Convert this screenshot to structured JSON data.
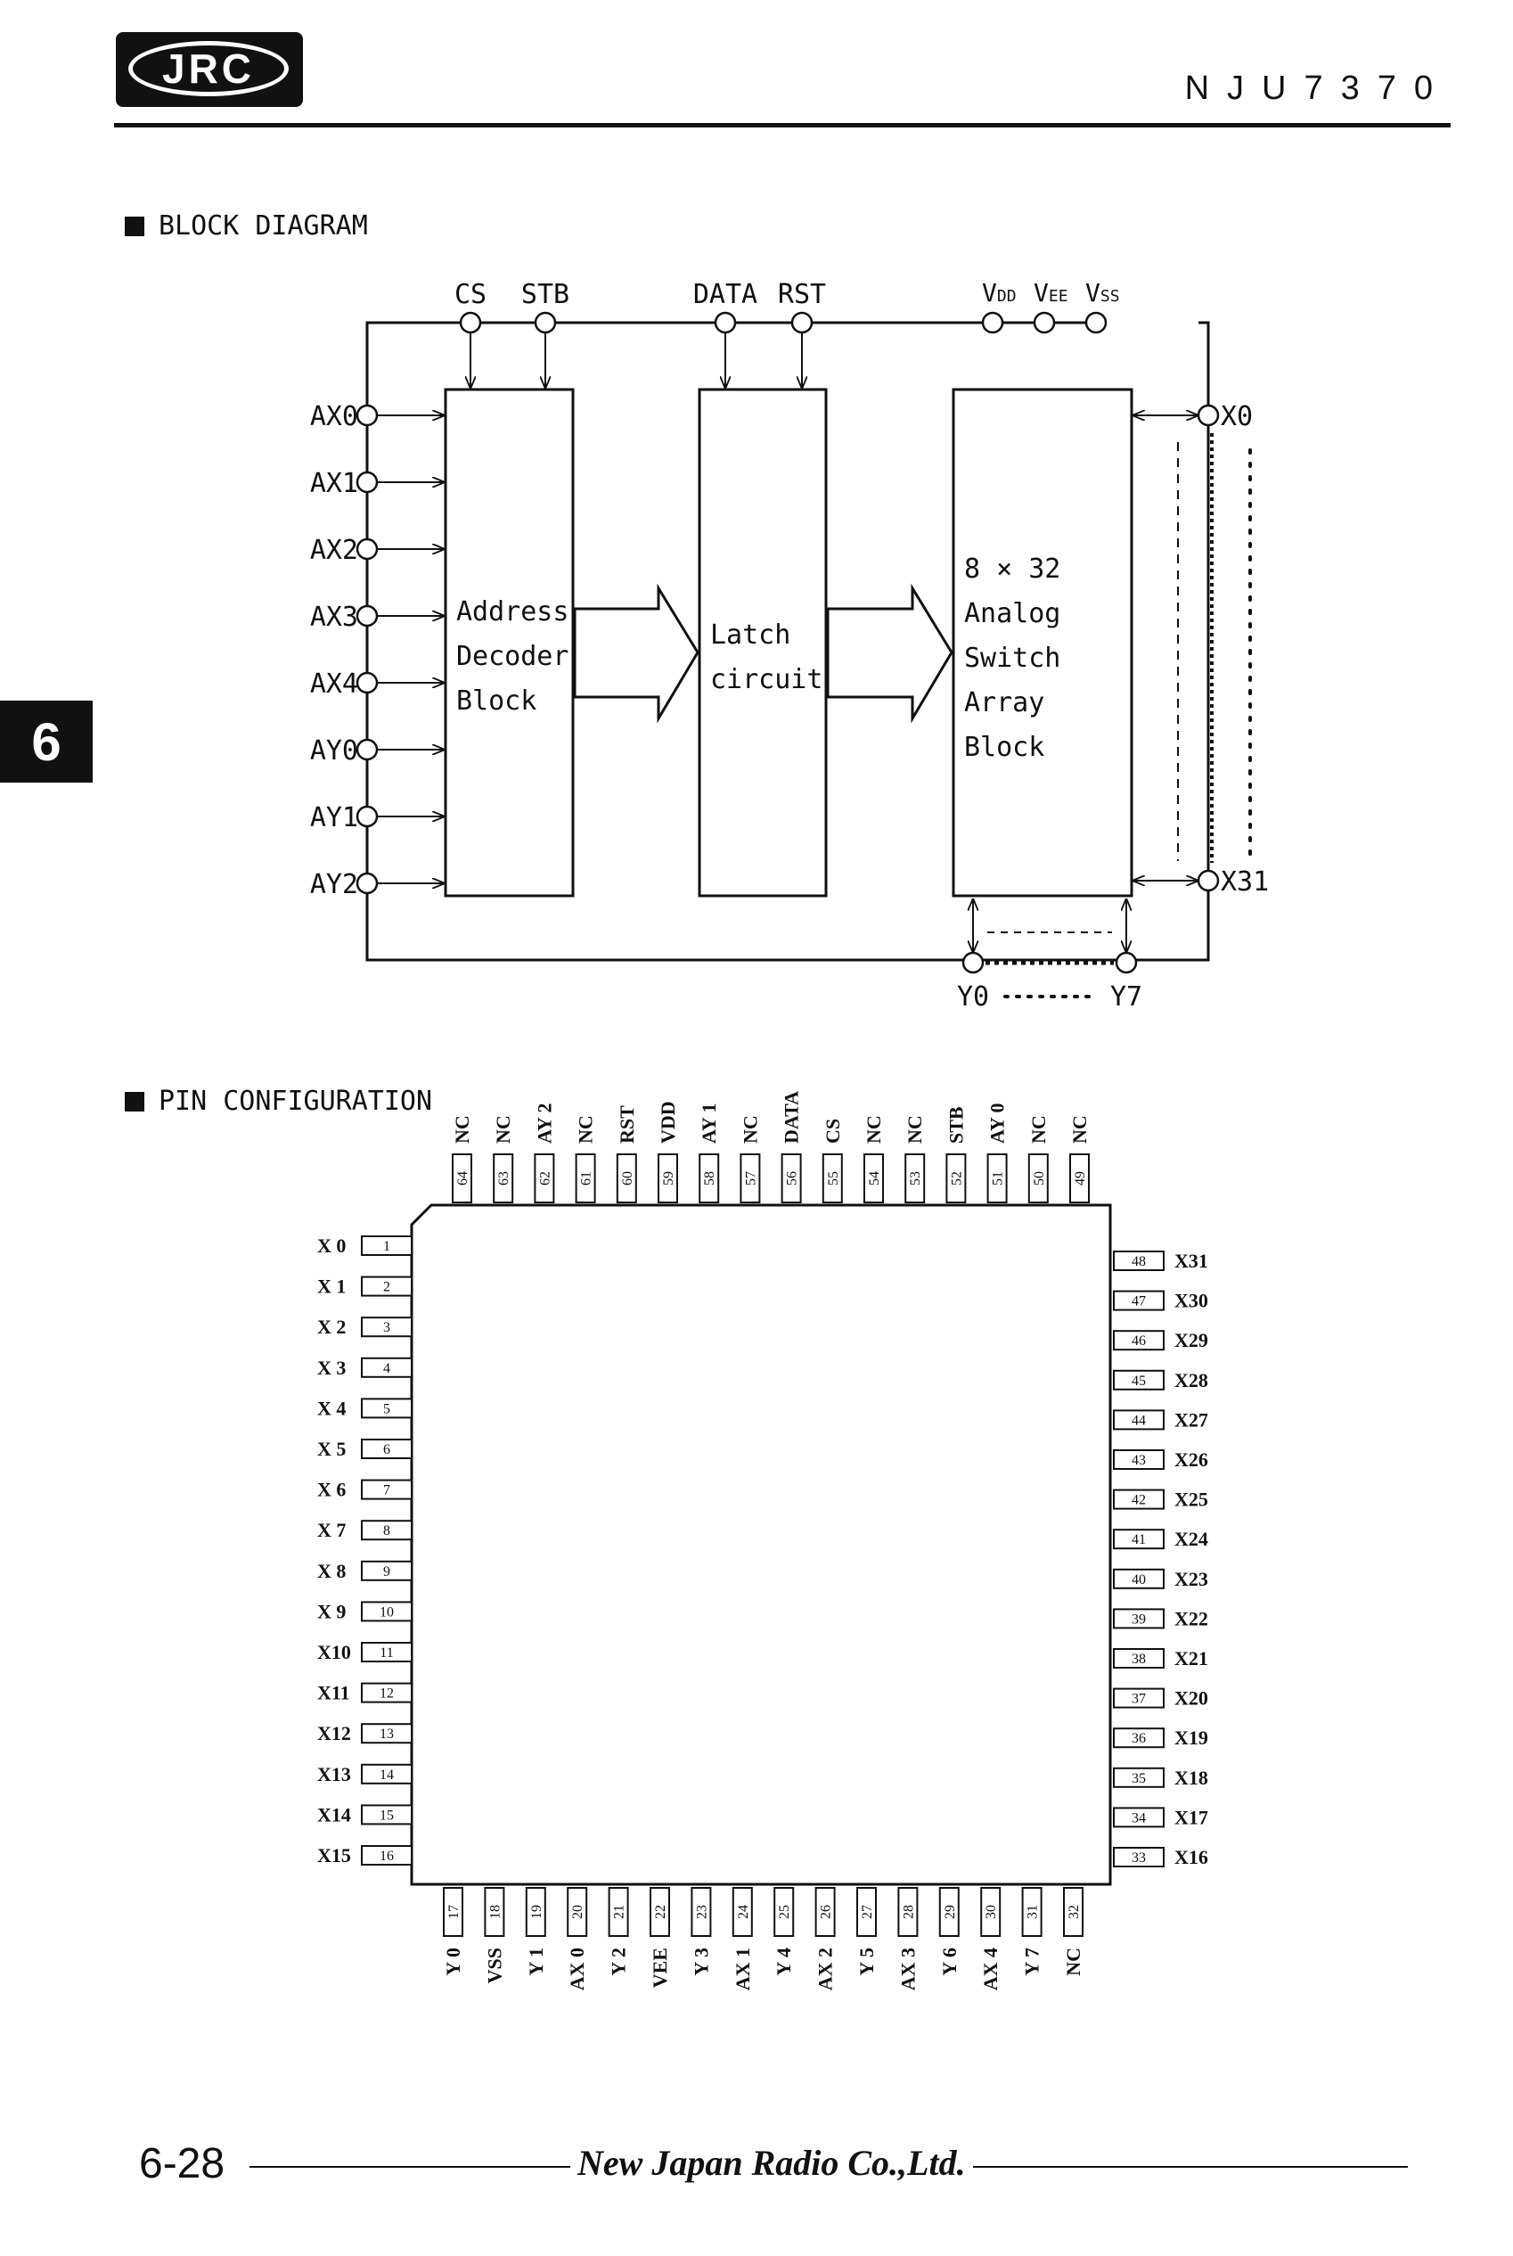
{
  "header": {
    "logo_text": "JRC",
    "part_number": "NJU7370",
    "chapter_tab": "6"
  },
  "sections": {
    "block_diagram_title": "BLOCK DIAGRAM",
    "pin_config_title": "PIN CONFIGURATION"
  },
  "block_diagram": {
    "top_pins": [
      "CS",
      "STB",
      "DATA",
      "RST"
    ],
    "supply_pins": [
      "VDD",
      "VEE",
      "VSS"
    ],
    "left_pins": [
      "AX0",
      "AX1",
      "AX2",
      "AX3",
      "AX4",
      "AY0",
      "AY1",
      "AY2"
    ],
    "address_block": [
      "Address",
      "Decoder",
      "Block"
    ],
    "latch_block": [
      "Latch",
      "circuits"
    ],
    "switch_block": [
      "8 × 32",
      "Analog",
      "Switch",
      "Array",
      "Block"
    ],
    "right_pins": [
      "X0",
      "X31"
    ],
    "bottom_pins": [
      "Y0",
      "Y7"
    ]
  },
  "pin_config": {
    "left": [
      [
        "X 0",
        "1"
      ],
      [
        "X 1",
        "2"
      ],
      [
        "X 2",
        "3"
      ],
      [
        "X 3",
        "4"
      ],
      [
        "X 4",
        "5"
      ],
      [
        "X 5",
        "6"
      ],
      [
        "X 6",
        "7"
      ],
      [
        "X 7",
        "8"
      ],
      [
        "X 8",
        "9"
      ],
      [
        "X 9",
        "10"
      ],
      [
        "X10",
        "11"
      ],
      [
        "X11",
        "12"
      ],
      [
        "X12",
        "13"
      ],
      [
        "X13",
        "14"
      ],
      [
        "X14",
        "15"
      ],
      [
        "X15",
        "16"
      ]
    ],
    "bottom": [
      [
        "Y 0",
        "17"
      ],
      [
        "VSS",
        "18"
      ],
      [
        "Y 1",
        "19"
      ],
      [
        "AX 0",
        "20"
      ],
      [
        "Y 2",
        "21"
      ],
      [
        "VEE",
        "22"
      ],
      [
        "Y 3",
        "23"
      ],
      [
        "AX 1",
        "24"
      ],
      [
        "Y 4",
        "25"
      ],
      [
        "AX 2",
        "26"
      ],
      [
        "Y 5",
        "27"
      ],
      [
        "AX 3",
        "28"
      ],
      [
        "Y 6",
        "29"
      ],
      [
        "AX 4",
        "30"
      ],
      [
        "Y 7",
        "31"
      ],
      [
        "NC",
        "32"
      ]
    ],
    "right": [
      [
        "X16",
        "33"
      ],
      [
        "X17",
        "34"
      ],
      [
        "X18",
        "35"
      ],
      [
        "X19",
        "36"
      ],
      [
        "X20",
        "37"
      ],
      [
        "X21",
        "38"
      ],
      [
        "X22",
        "39"
      ],
      [
        "X23",
        "40"
      ],
      [
        "X24",
        "41"
      ],
      [
        "X25",
        "42"
      ],
      [
        "X26",
        "43"
      ],
      [
        "X27",
        "44"
      ],
      [
        "X28",
        "45"
      ],
      [
        "X29",
        "46"
      ],
      [
        "X30",
        "47"
      ],
      [
        "X31",
        "48"
      ]
    ],
    "top": [
      [
        "NC",
        "49"
      ],
      [
        "NC",
        "50"
      ],
      [
        "AY 0",
        "51"
      ],
      [
        "STB",
        "52"
      ],
      [
        "NC",
        "53"
      ],
      [
        "NC",
        "54"
      ],
      [
        "CS",
        "55"
      ],
      [
        "DATA",
        "56"
      ],
      [
        "NC",
        "57"
      ],
      [
        "AY 1",
        "58"
      ],
      [
        "VDD",
        "59"
      ],
      [
        "RST",
        "60"
      ],
      [
        "NC",
        "61"
      ],
      [
        "AY 2",
        "62"
      ],
      [
        "NC",
        "63"
      ],
      [
        "NC",
        "64"
      ]
    ]
  },
  "footer": {
    "page_number": "6-28",
    "company": "New Japan Radio Co.,Ltd."
  }
}
